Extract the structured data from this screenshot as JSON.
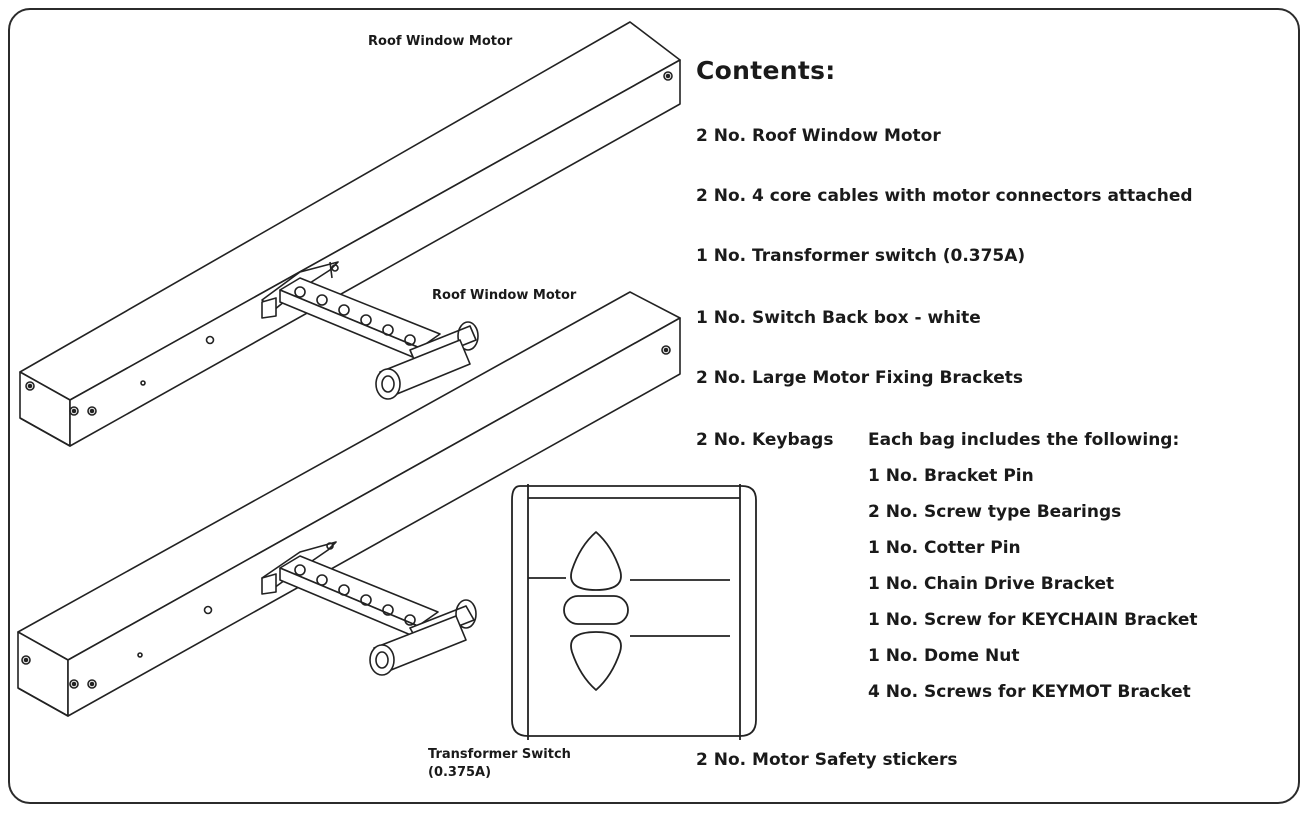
{
  "labels": {
    "motor_top": "Roof Window Motor",
    "motor_bottom": "Roof Window Motor",
    "switch_line1": "Transformer Switch",
    "switch_line2": "(0.375A)"
  },
  "contents": {
    "title": "Contents:",
    "items": [
      "2 No. Roof Window Motor",
      "2 No. 4 core cables with motor connectors attached",
      "1 No. Transformer switch (0.375A)",
      "1 No. Switch Back box - white",
      "2 No. Large Motor Fixing Brackets"
    ],
    "keybags": {
      "label": "2 No. Keybags",
      "description": "Each bag includes the following:",
      "items": [
        "1 No. Bracket Pin",
        "2 No. Screw type Bearings",
        "1 No. Cotter Pin",
        "1 No. Chain Drive Bracket",
        "1 No. Screw for KEYCHAIN Bracket",
        "1 No. Dome Nut",
        "4 No. Screws for KEYMOT Bracket"
      ]
    },
    "last_item": "2 No. Motor Safety stickers"
  }
}
